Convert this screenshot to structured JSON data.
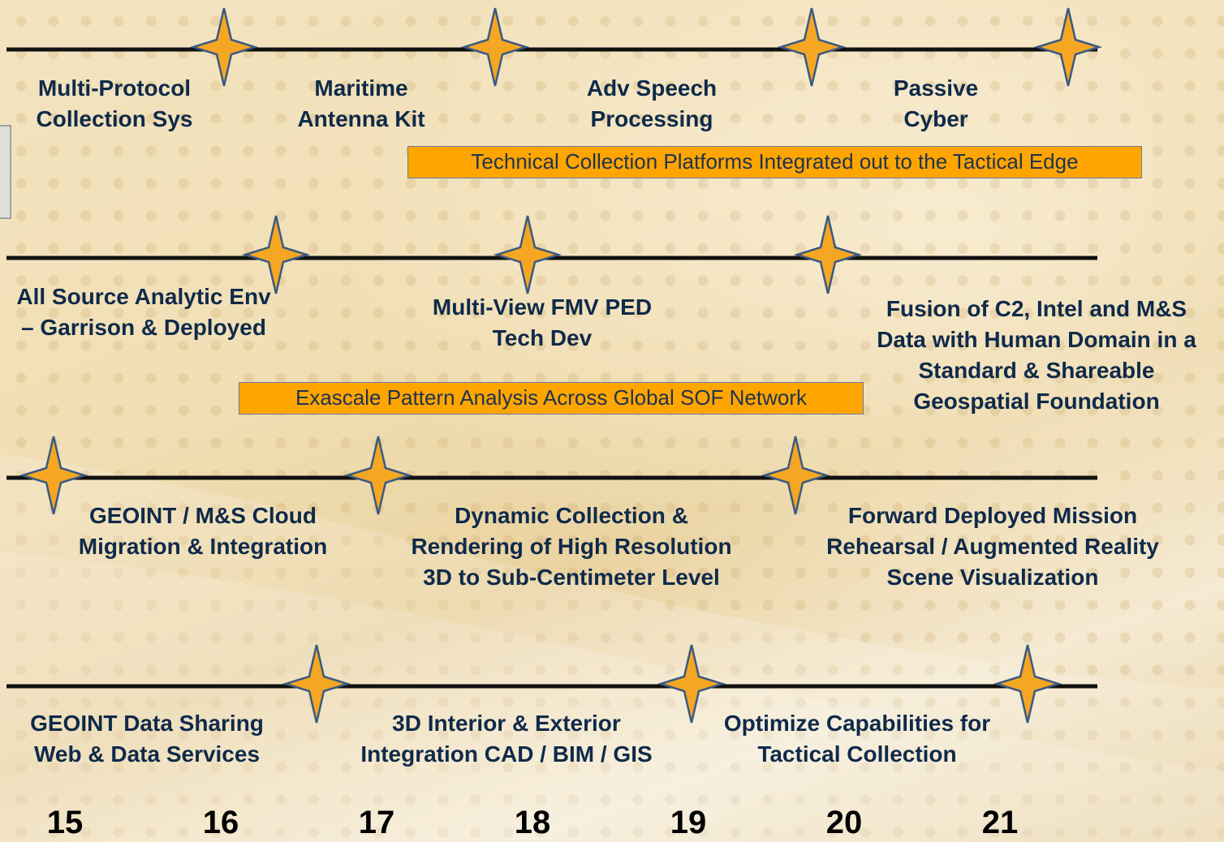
{
  "colors": {
    "star_fill": "#f5a623",
    "star_stroke": "#3a5a82",
    "line": "#111111",
    "box_fill": "#ffa500",
    "label_text": "#0f2a4a"
  },
  "row1": {
    "labels": [
      {
        "line1": "Multi-Protocol",
        "line2": "Collection Sys"
      },
      {
        "line1": "Maritime",
        "line2": "Antenna Kit"
      },
      {
        "line1": "Adv Speech",
        "line2": "Processing"
      },
      {
        "line1": "Passive",
        "line2": "Cyber"
      }
    ],
    "box": "Technical Collection Platforms Integrated out to the Tactical Edge"
  },
  "row2": {
    "labels": [
      {
        "line1": "All Source Analytic Env",
        "line2": "– Garrison & Deployed"
      },
      {
        "line1": "Multi-View FMV PED",
        "line2": "Tech Dev"
      },
      {
        "line1": "Fusion of C2, Intel and M&S",
        "line2": "Data with Human Domain in a",
        "line3": "Standard & Shareable",
        "line4": "Geospatial Foundation"
      }
    ],
    "box": "Exascale Pattern Analysis Across Global SOF Network"
  },
  "row3": {
    "labels": [
      {
        "line1": "GEOINT / M&S Cloud",
        "line2": "Migration & Integration"
      },
      {
        "line1": "Dynamic Collection &",
        "line2": "Rendering of High Resolution",
        "line3": "3D to Sub-Centimeter Level"
      },
      {
        "line1": "Forward Deployed Mission",
        "line2": "Rehearsal / Augmented Reality",
        "line3": "Scene Visualization"
      }
    ]
  },
  "row4": {
    "labels": [
      {
        "line1": "GEOINT Data Sharing",
        "line2": "Web & Data Services"
      },
      {
        "line1": "3D Interior & Exterior",
        "line2": "Integration CAD / BIM / GIS"
      },
      {
        "line1": "Optimize Capabilities for",
        "line2": "Tactical Collection"
      }
    ]
  },
  "years": [
    "15",
    "16",
    "17",
    "18",
    "19",
    "20",
    "21"
  ]
}
